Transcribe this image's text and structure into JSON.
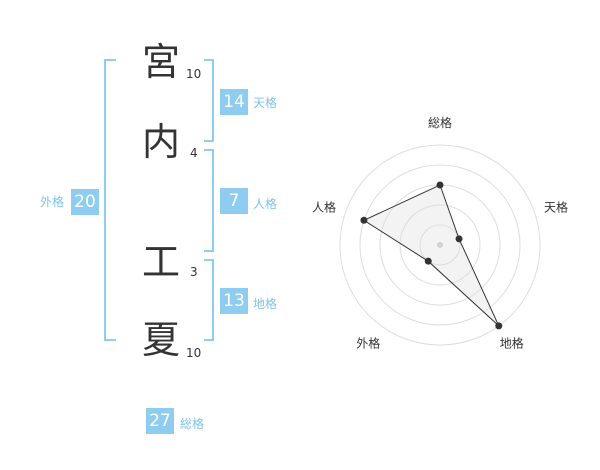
{
  "name_chars": [
    {
      "char": "宮",
      "strokes": "10"
    },
    {
      "char": "内",
      "strokes": "4"
    },
    {
      "char": "工",
      "strokes": "3"
    },
    {
      "char": "夏",
      "strokes": "10"
    }
  ],
  "fortunes": {
    "tenkaku": {
      "value": "14",
      "label": "天格"
    },
    "jinkaku": {
      "value": "7",
      "label": "人格"
    },
    "chikaku": {
      "value": "13",
      "label": "地格"
    },
    "gaikaku": {
      "value": "20",
      "label": "外格"
    },
    "soukaku": {
      "value": "27",
      "label": "総格"
    }
  },
  "radar": {
    "axes": [
      "総格",
      "天格",
      "地格",
      "外格",
      "人格"
    ],
    "values": [
      3,
      1,
      5,
      1,
      4
    ],
    "max": 5
  }
}
